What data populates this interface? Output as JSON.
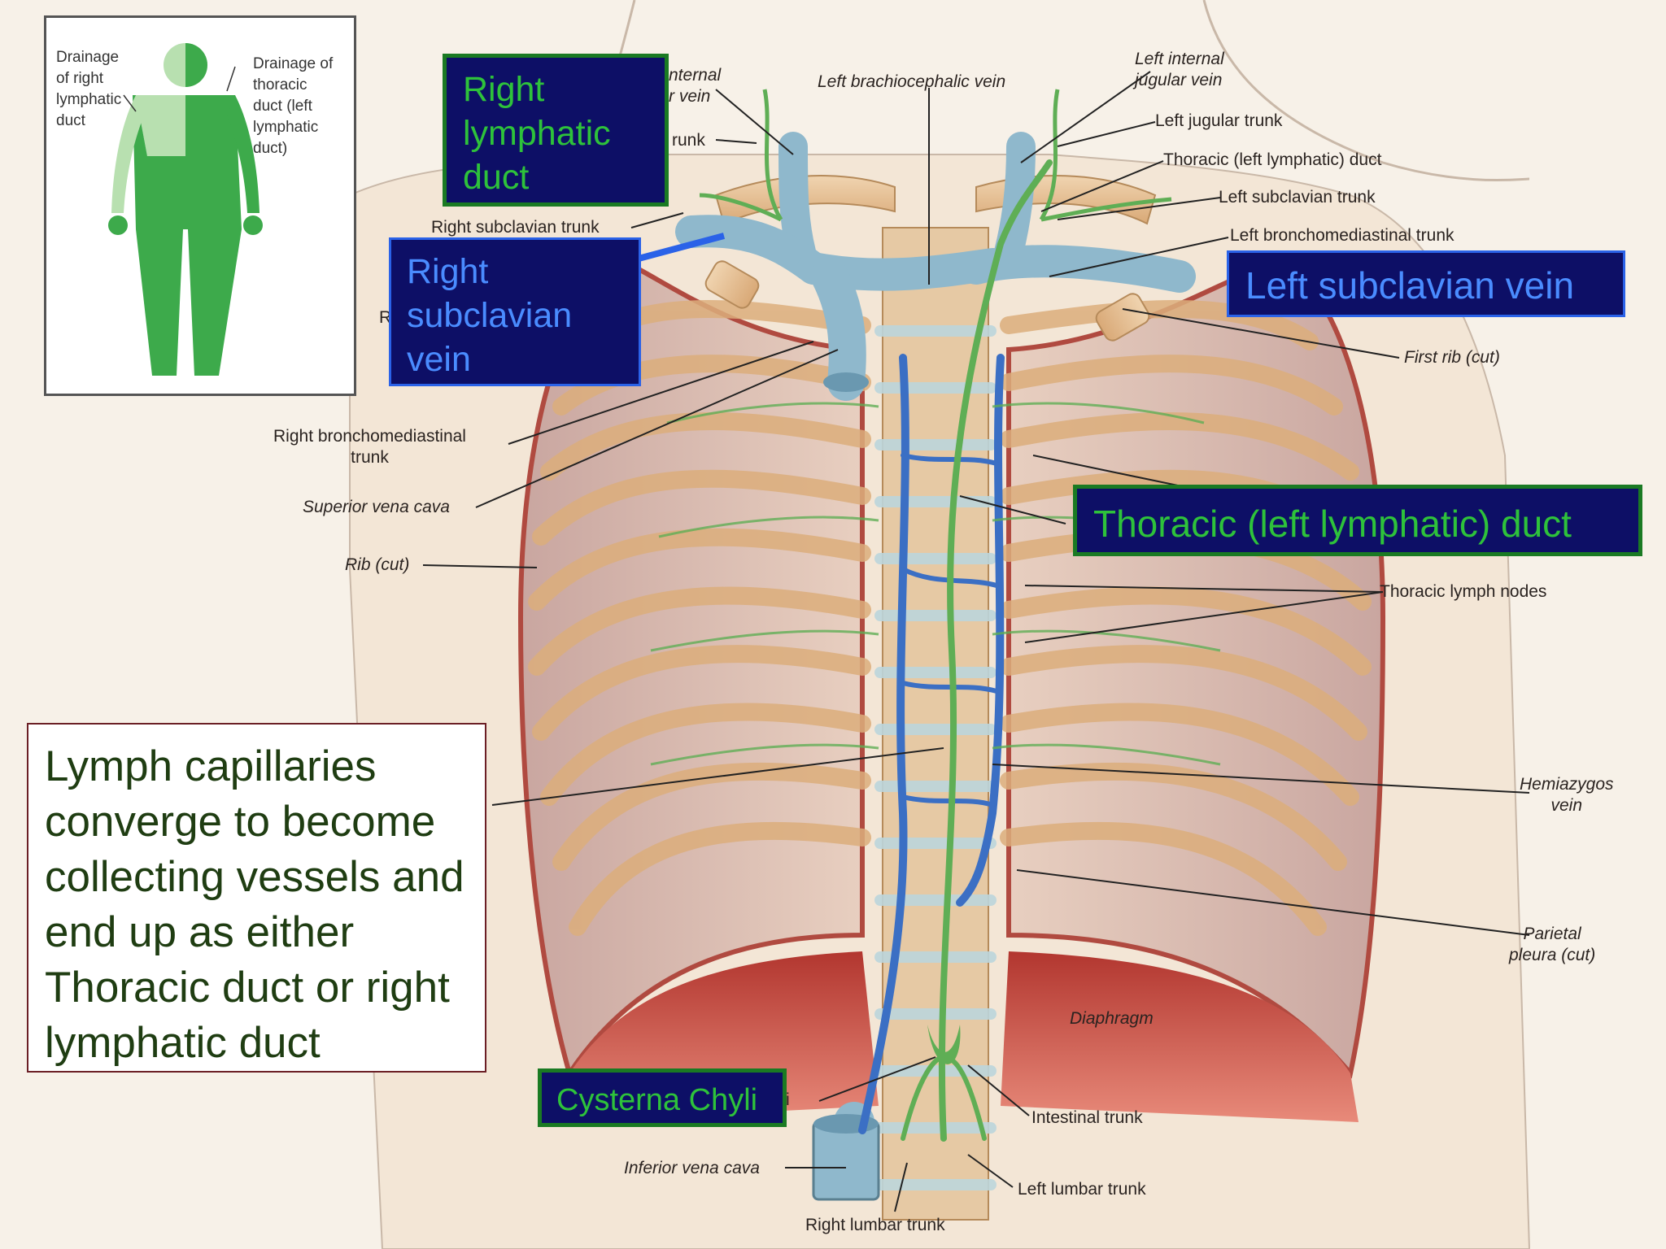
{
  "colors": {
    "background": "#f7f1e8",
    "vein": "#8fb8cc",
    "lymph_vessel": "#5fae55",
    "blue_vessel": "#3b6fc4",
    "rib": "#e8c89f",
    "diaphragm": "#c8453f",
    "box_fill": "#0d0f66",
    "green_border": "#1a7a23",
    "green_text": "#2ec23b",
    "blue_border": "#2a62e8",
    "blue_text": "#4a8cff",
    "inset_drainage_right": "#b8e0b0",
    "inset_drainage_thoracic": "#3daa4b"
  },
  "inset": {
    "drainage_right": "Drainage\nof right\nlymphatic\nduct",
    "drainage_thoracic": "Drainage of\nthoracic\nduct (left\nlymphatic\nduct)"
  },
  "boxes": {
    "right_lymphatic_duct": "Right\nlymphatic\nduct",
    "right_subclavian_vein": "Right\nsubclavian\nvein",
    "left_subclavian_vein": "Left subclavian vein",
    "thoracic_duct": "Thoracic (left lymphatic) duct",
    "cysterna_chyli": "Cysterna Chyli"
  },
  "callout": "Lymph capillaries converge to become collecting vessels and end up as either Thoracic duct or right lymphatic duct",
  "labels": {
    "internal_partial": "nternal\nr vein",
    "trunk_partial": "runk",
    "right_subclavian_trunk": "Right subclavian trunk",
    "left_brachiocephalic_vein": "Left brachiocephalic vein",
    "left_internal_jugular_vein": "Left internal\njugular vein",
    "left_jugular_trunk": "Left jugular trunk",
    "thoracic_left_lymphatic_duct": "Thoracic (left lymphatic) duct",
    "left_subclavian_trunk": "Left subclavian trunk",
    "left_bronchomediastinal_trunk": "Left bronchomediastinal trunk",
    "first_rib": "First rib (cut)",
    "right_bronchomediastinal_trunk": "Right bronchomediastinal\ntrunk",
    "superior_vena_cava": "Superior vena cava",
    "rib_cut": "Rib (cut)",
    "thoracic_lymph_nodes": "Thoracic lymph nodes",
    "hemiazygos_vein": "Hemiazygos\nvein",
    "parietal_pleura": "Parietal\npleura (cut)",
    "diaphragm": "Diaphragm",
    "intestinal_trunk": "Intestinal trunk",
    "left_lumbar_trunk": "Left lumbar trunk",
    "inferior_vena_cava": "Inferior vena cava",
    "right_lumbar_trunk": "Right lumbar trunk",
    "partial_r": "R",
    "partial_i": "i"
  }
}
